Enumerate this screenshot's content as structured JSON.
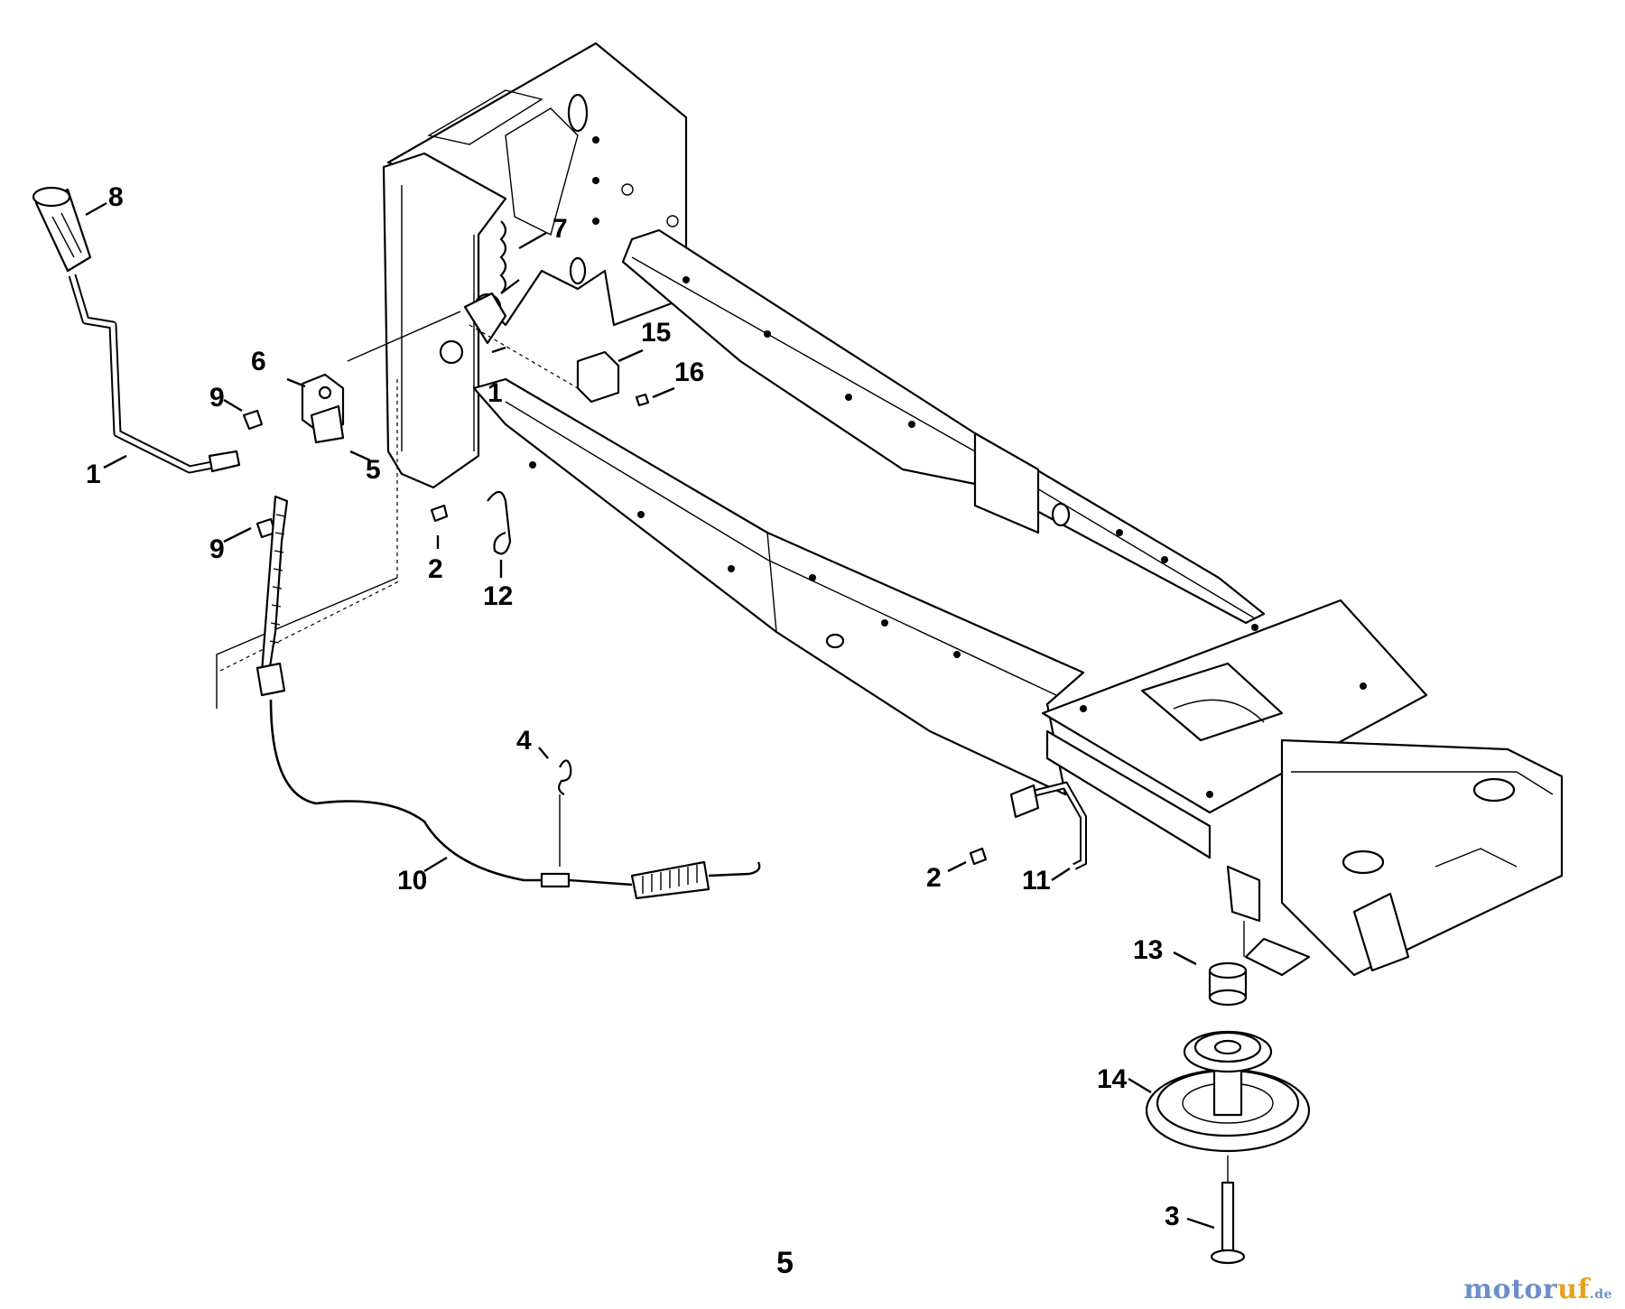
{
  "page_label": "5",
  "watermark": {
    "part_a": "motor",
    "part_b": "uf",
    "part_c": ".de"
  },
  "callouts": {
    "c1_handle": "1",
    "c1_frame": "1",
    "c2_upper": "2",
    "c2_lower": "2",
    "c3": "3",
    "c4": "4",
    "c5": "5",
    "c6": "6",
    "c7": "7",
    "c8": "8",
    "c9_upper": "9",
    "c9_lower": "9",
    "c10": "10",
    "c11": "11",
    "c12": "12",
    "c13": "13",
    "c14": "14",
    "c15": "15",
    "c16": "16"
  },
  "colors": {
    "line": "#000000",
    "background": "#ffffff",
    "wm_blue": "#6c8fc9",
    "wm_orange": "#e7a21d"
  }
}
